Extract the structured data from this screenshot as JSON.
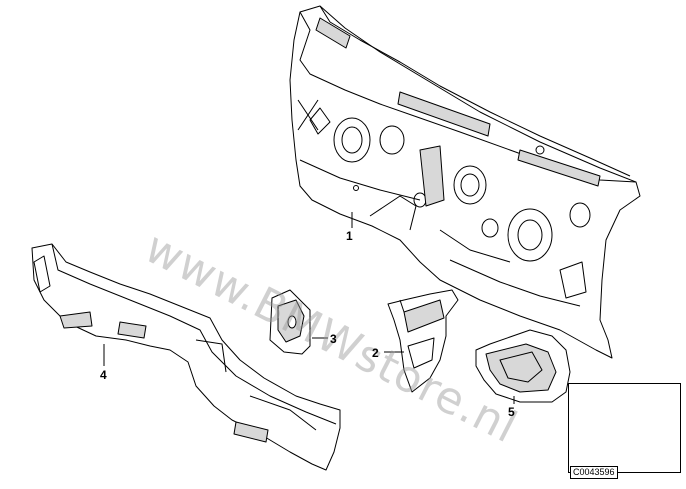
{
  "diagram": {
    "parts": [
      {
        "number": "1"
      },
      {
        "number": "2"
      },
      {
        "number": "3"
      },
      {
        "number": "4"
      },
      {
        "number": "5"
      }
    ],
    "watermark": "www.BMWstore.nl",
    "reference_code": "C0043596",
    "colors": {
      "line": "#000000",
      "fill": "#ffffff",
      "shade": "#d8d8d8",
      "watermark": "#969696"
    }
  }
}
